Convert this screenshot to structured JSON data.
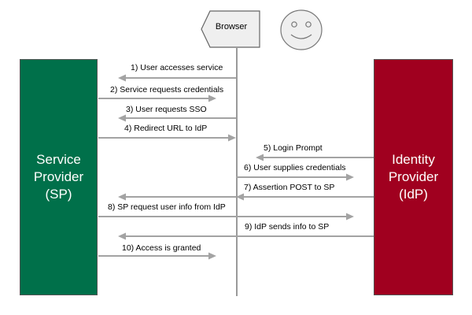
{
  "diagram": {
    "browser_label": "Browser",
    "sp": {
      "label": "Service\nProvider\n(SP)",
      "color": "#00704a"
    },
    "idp": {
      "label": "Identity\nProvider\n(IdP)",
      "color": "#a0001f"
    },
    "arrow_color": "#a3a3a3",
    "user_icon": "smiley-face-icon",
    "messages": [
      {
        "text": "1) User accesses service"
      },
      {
        "text": "2) Service requests credentials"
      },
      {
        "text": "3) User requests SSO"
      },
      {
        "text": "4) Redirect URL to IdP"
      },
      {
        "text": "5) Login Prompt"
      },
      {
        "text": "6) User supplies credentials"
      },
      {
        "text": "7) Assertion POST to SP"
      },
      {
        "text": "8) SP request user info from IdP"
      },
      {
        "text": "9) IdP sends info to SP"
      },
      {
        "text": "10) Access is granted"
      }
    ]
  }
}
